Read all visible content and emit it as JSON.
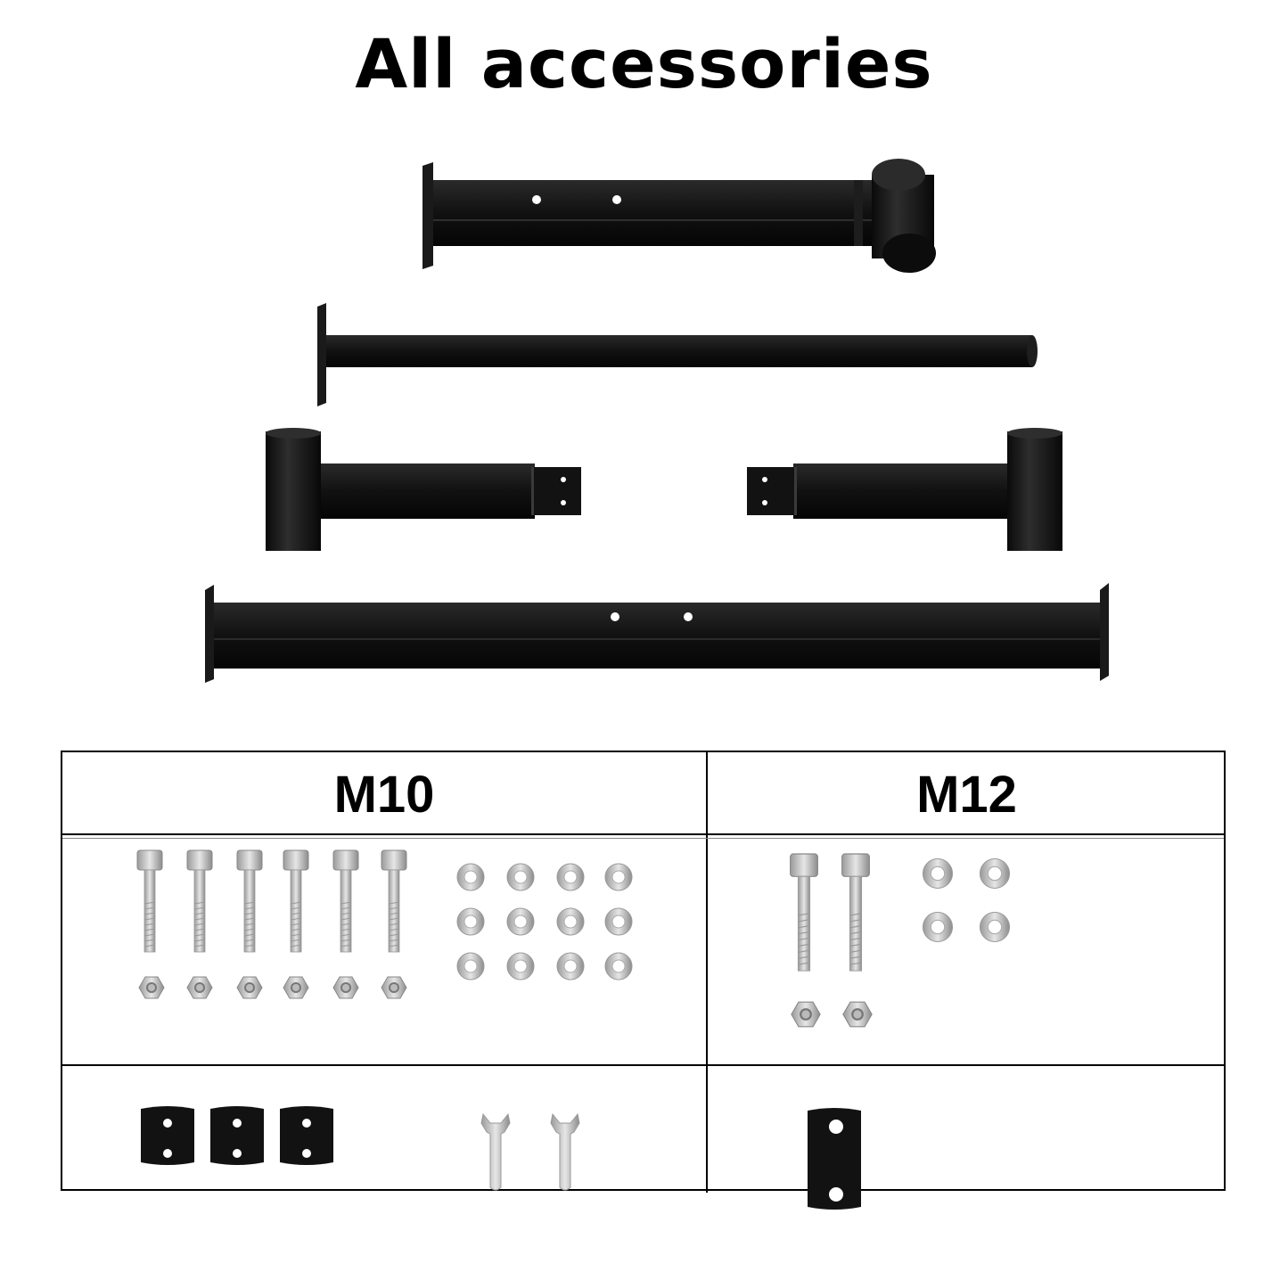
{
  "title": "All accessories",
  "table": {
    "col1_header": "M10",
    "col2_header": "M12"
  },
  "icons": {
    "hardware": [
      "bolt-icon",
      "nut-icon",
      "washer-icon",
      "plate-icon",
      "wrench-icon"
    ]
  },
  "counts": {
    "m10_bolts": 6,
    "m10_nuts": 6,
    "m10_washers": 12,
    "m10_plates": 3,
    "wrenches": 2,
    "m12_bolts": 2,
    "m12_nuts": 2,
    "m12_washers": 4,
    "m12_plates": 1
  },
  "colors": {
    "metal_black": "#141414",
    "steel": "#c8c8c8",
    "line": "#000000"
  }
}
